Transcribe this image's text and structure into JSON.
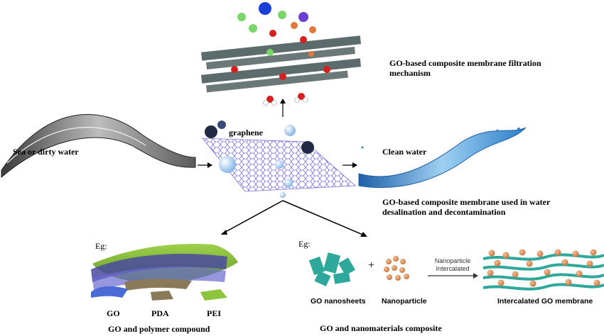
{
  "labels": {
    "filtration": "GO-based composite membrane filtration mechanism",
    "graphene": "graphene",
    "sea": "Sea or dirty water",
    "clean": "Clean water",
    "used_in": "GO-based composite membrane used in water desalination and decontamination",
    "eg_left": "Eg:",
    "eg_right": "Eg:",
    "go": "GO",
    "pda": "PDA",
    "pei": "PEI",
    "polymer_caption": "GO and polymer compound",
    "go_nanosheets": "GO nanosheets",
    "nanoparticle": "Nanoparticle",
    "plus": "+",
    "arrow_label": "Nanoparticle Intercalated",
    "intercalated": "Intercalated GO membrane",
    "nano_caption": "GO and nanomaterials composite"
  },
  "colors": {
    "sea_water": "#555555",
    "clean_water": "#2a7fc9",
    "graphene_sheet": "#7a6fe0",
    "go_sheet": "#2ea89a",
    "nanoparticle": "#d98a4e",
    "ion_blue": "#1a3fd6",
    "ion_green": "#7ad66a",
    "ion_purple": "#6a3fd0",
    "ion_orange": "#e07a3a",
    "oxygen": "#d62020",
    "polymer_green": "#8cc43c"
  },
  "icons": [
    "water-splash-icon",
    "graphene-sheet-icon",
    "go-lattice-icon",
    "ion-sphere-icon",
    "water-molecule-icon",
    "nanoparticle-icon",
    "go-nanosheet-icon",
    "polymer-layers-icon"
  ]
}
